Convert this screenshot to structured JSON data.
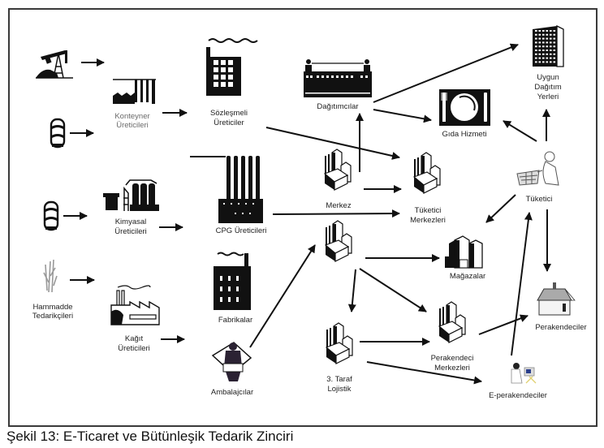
{
  "caption": "Şekil 13: E-Ticaret ve Bütünleşik Tedarik Zinciri",
  "nodes": {
    "oil_well": {
      "icon": "oil-pump-icon"
    },
    "barrel_1": {
      "icon": "barrel-icon"
    },
    "barrel_2": {
      "icon": "barrel-icon"
    },
    "hammadde": {
      "icon": "wheat-icon",
      "label1": "Hammadde",
      "label2": "Tedarikçileri"
    },
    "konteyner": {
      "icon": "factory-icon",
      "label1": "Konteyner",
      "label2": "Üreticileri"
    },
    "kimyasal": {
      "icon": "chemical-plant-icon",
      "label1": "Kimyasal",
      "label2": "Üreticileri"
    },
    "kagit": {
      "icon": "paper-mill-icon",
      "label1": "Kağıt",
      "label2": "Üreticileri"
    },
    "sozlesmeli": {
      "icon": "factory-building-icon",
      "label1": "Sözleşmeli",
      "label2": "Üreticiler"
    },
    "cpg": {
      "icon": "cpg-factory-icon",
      "label1": "CPG Üreticileri"
    },
    "fabrikalar": {
      "icon": "factory-building-icon",
      "label1": "Fabrikalar"
    },
    "ambalajcilar": {
      "icon": "packager-icon",
      "label1": "Ambalajcılar"
    },
    "dagitimcilar": {
      "icon": "warehouse-building-icon",
      "label1": "Dağıtımcılar"
    },
    "merkez": {
      "icon": "distribution-center-icon",
      "label1": "Merkez"
    },
    "hub2": {
      "icon": "distribution-center-icon"
    },
    "ucuncu_taraf": {
      "icon": "distribution-center-icon",
      "label1": "3. Taraf",
      "label2": "Lojistik"
    },
    "tuketici_merkezleri": {
      "icon": "distribution-center-icon",
      "label1": "Tüketici",
      "label2": "Merkezleri"
    },
    "magazalar": {
      "icon": "stores-icon",
      "label1": "Mağazalar"
    },
    "perakendeci_merkezleri": {
      "icon": "distribution-center-icon",
      "label1": "Perakendeci",
      "label2": "Merkezleri"
    },
    "gida_hizmeti": {
      "icon": "plate-fork-knife-icon",
      "label1": "Gıda Hizmeti"
    },
    "uygun_dagitim": {
      "icon": "office-tower-icon",
      "label1": "Uygun",
      "label2": "Dağıtım",
      "label3": "Yerleri"
    },
    "tuketici": {
      "icon": "shopper-icon",
      "label1": "Tüketici"
    },
    "perakendeciler": {
      "icon": "house-icon",
      "label1": "Perakendeciler"
    },
    "e_perakendeciler": {
      "icon": "computer-user-icon",
      "label1": "E-perakendeciler"
    }
  },
  "edges": [
    {
      "from": "oil_well",
      "to": "konteyner"
    },
    {
      "from": "barrel_1",
      "to": "konteyner"
    },
    {
      "from": "konteyner",
      "to": "sozlesmeli"
    },
    {
      "from": "barrel_2",
      "to": "kimyasal"
    },
    {
      "from": "kimyasal",
      "to": "cpg"
    },
    {
      "from": "hammadde",
      "to": "kagit"
    },
    {
      "from": "kagit",
      "to": "fabrikalar"
    },
    {
      "from": "sozlesmeli",
      "to": "tuketici_merkezleri"
    },
    {
      "from": "cpg",
      "to": "tuketici_merkezleri"
    },
    {
      "from": "ambalajcilar",
      "to": "hub2"
    },
    {
      "from": "merkez",
      "to": "dagitimcilar"
    },
    {
      "from": "merkez",
      "to": "tuketici_merkezleri"
    },
    {
      "from": "dagitimcilar",
      "to": "uygun_dagitim"
    },
    {
      "from": "dagitimcilar",
      "to": "gida_hizmeti"
    },
    {
      "from": "hub2",
      "to": "magazalar"
    },
    {
      "from": "hub2",
      "to": "ucuncu_taraf"
    },
    {
      "from": "hub2",
      "to": "perakendeci_merkezleri"
    },
    {
      "from": "ucuncu_taraf",
      "to": "perakendeci_merkezleri"
    },
    {
      "from": "ucuncu_taraf",
      "to": "e_perakendeciler"
    },
    {
      "from": "perakendeci_merkezleri",
      "to": "perakendeciler"
    },
    {
      "from": "e_perakendeciler",
      "to": "tuketici"
    },
    {
      "from": "tuketici",
      "to": "gida_hizmeti"
    },
    {
      "from": "tuketici",
      "to": "uygun_dagitim"
    },
    {
      "from": "tuketici",
      "to": "magazalar"
    },
    {
      "from": "tuketici",
      "to": "perakendeciler"
    }
  ]
}
